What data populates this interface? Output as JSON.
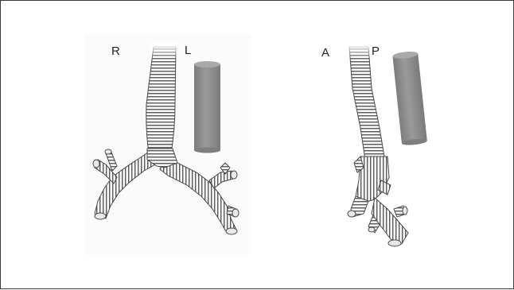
{
  "figure": {
    "left_view": {
      "label_right": "R",
      "label_left": "L",
      "cylinder_color": "#8f8f8f"
    },
    "right_view": {
      "label_anterior": "A",
      "label_posterior": "P",
      "cylinder_color": "#8f8f8f"
    },
    "airway_outline_color": "#4a4a4a",
    "airway_fill_color": "#f4f4f4",
    "background_color": "#ffffff"
  }
}
